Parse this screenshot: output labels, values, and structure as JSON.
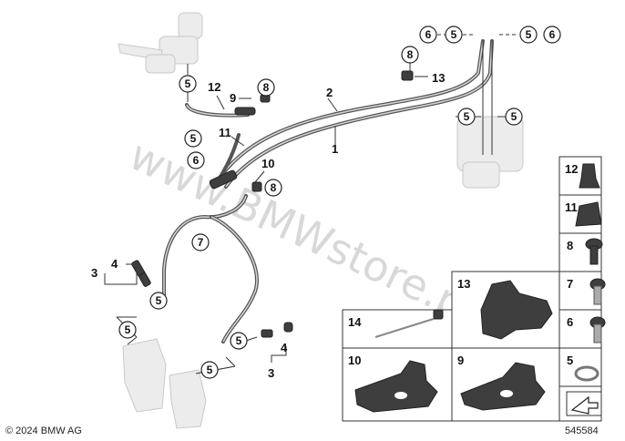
{
  "copyright": "© 2024 BMW AG",
  "diagram_id": "545584",
  "watermark": "www.BMWstore.pl",
  "callouts": {
    "c1": "1",
    "c2": "2",
    "c3a": "3",
    "c3b": "3",
    "c4a": "4",
    "c4b": "4",
    "c5a": "5",
    "c5b": "5",
    "c5c": "5",
    "c5d": "5",
    "c5e": "5",
    "c5f": "5",
    "c5g": "5",
    "c5h": "5",
    "c5i": "5",
    "c5j": "5",
    "c6a": "6",
    "c6b": "6",
    "c6c": "6",
    "c7": "7",
    "c8a": "8",
    "c8b": "8",
    "c9": "9",
    "c10": "10",
    "c11": "11",
    "c12": "12",
    "c13": "13"
  },
  "parts_panel": {
    "p12": "12",
    "p11": "11",
    "p8": "8",
    "p7": "7",
    "p6": "6",
    "p5": "5",
    "p13": "13",
    "p14": "14",
    "p10": "10",
    "p9": "9"
  },
  "colors": {
    "part": "#3e3e3e",
    "ghost": "#ececec",
    "line": "#333333"
  },
  "icons": {
    "nav": "arrow-nav-icon"
  }
}
